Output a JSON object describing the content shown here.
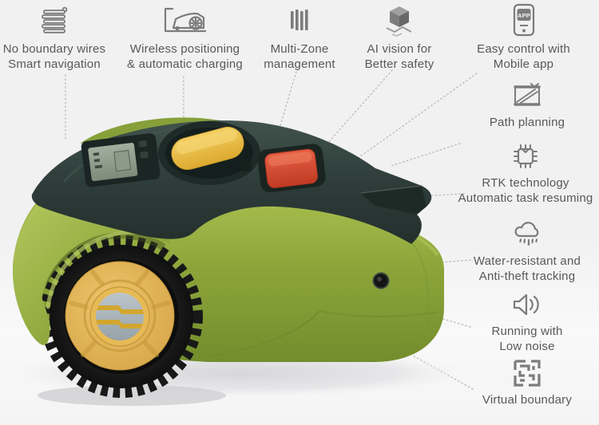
{
  "page": {
    "background": "#f2f2f3",
    "description": "robot-lawn-mower-feature-infographic"
  },
  "product": {
    "colors": {
      "body_green": "#8fa83d",
      "shell_dark": "#2e3d3a",
      "knob_yellow": "#eec34a",
      "button_red": "#d84a32",
      "wheel_hub_yellow": "#e2b35c",
      "tire_black": "#181818",
      "text_gray": "#585858",
      "connector_gray": "#b9b9b9"
    }
  },
  "icons": {
    "app_badge": "APP"
  },
  "features": {
    "top": [
      {
        "id": "no-boundary-wires",
        "icon": "boundary-wire-coil-icon",
        "line1": "No boundary wires",
        "line2": "Smart navigation"
      },
      {
        "id": "wireless-charging",
        "icon": "docking-station-icon",
        "line1": "Wireless positioning",
        "line2": "& automatic charging"
      },
      {
        "id": "multi-zone",
        "icon": "zones-icon",
        "line1": "Multi-Zone",
        "line2": "management"
      },
      {
        "id": "ai-vision",
        "icon": "cube-icon",
        "line1": "AI vision for",
        "line2": "Better safety"
      },
      {
        "id": "mobile-app",
        "icon": "mobile-app-icon",
        "line1": "Easy control with",
        "line2": "Mobile app"
      }
    ],
    "right": [
      {
        "id": "path-planning",
        "icon": "map-icon",
        "line1": "Path planning"
      },
      {
        "id": "rtk-technology",
        "icon": "chip-icon",
        "line1": "RTK technology",
        "line2": "Automatic task resuming"
      },
      {
        "id": "water-resistant",
        "icon": "rain-cloud-icon",
        "line1": "Water-resistant and",
        "line2": "Anti-theft tracking"
      },
      {
        "id": "low-noise",
        "icon": "speaker-icon",
        "line1": "Running with",
        "line2": "Low noise"
      },
      {
        "id": "virtual-boundary",
        "icon": "maze-icon",
        "line1": "Virtual boundary"
      }
    ]
  }
}
